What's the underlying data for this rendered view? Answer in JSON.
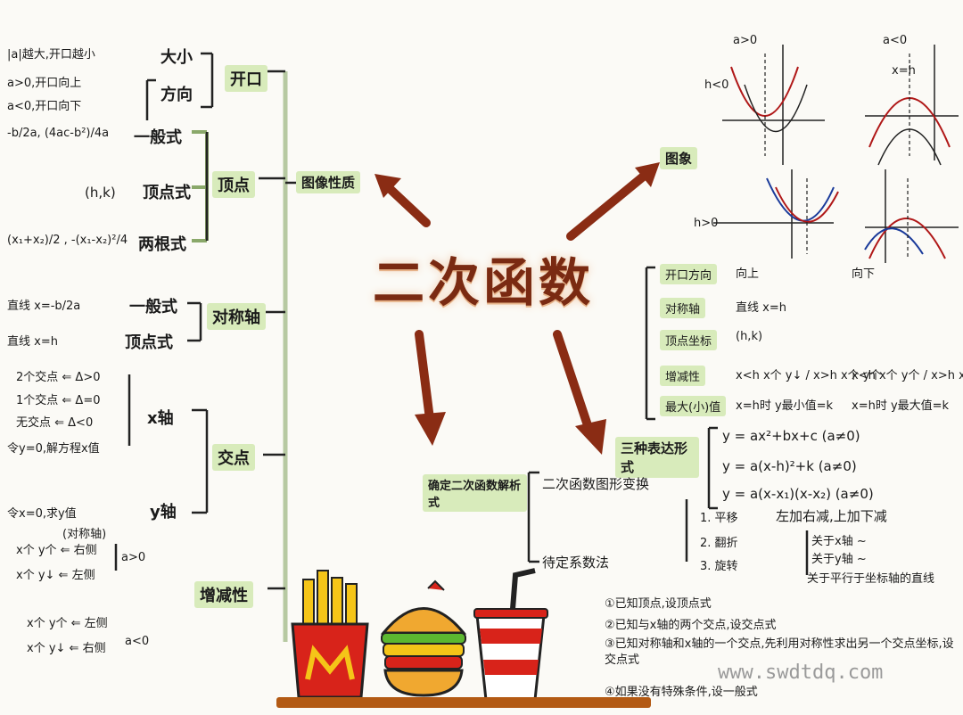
{
  "title": "二次函数",
  "nodes": {
    "opening": "开口",
    "vertex": "顶点",
    "axis": "对称轴",
    "intersect": "交点",
    "monotonic": "增减性",
    "graph_props": "图像性质",
    "graph": "图象",
    "three_forms": "三种表达形式",
    "determine": "确定二次函数解析式"
  },
  "opening": {
    "size": "大小",
    "direction": "方向",
    "size_note": "|a|越大,开口越小",
    "dir_up": "a>0,开口向上",
    "dir_down": "a<0,开口向下"
  },
  "vertex": {
    "general": "一般式",
    "vertex_form": "顶点式",
    "two_root": "两根式",
    "general_formula": "-b/2a, (4ac-b²)/4a",
    "vertex_coord": "(h,k)",
    "two_root_formula": "(x₁+x₂)/2 , -(x₁-x₂)²/4"
  },
  "axis": {
    "general": "一般式",
    "vertex_form": "顶点式",
    "line_general": "直线 x=-b/2a",
    "line_vertex": "直线 x=h"
  },
  "intersect": {
    "x_axis": "x轴",
    "y_axis": "y轴",
    "two_points": "2个交点 ⇐ Δ>0",
    "one_point": "1个交点 ⇐ Δ=0",
    "no_point": "无交点 ⇐ Δ<0",
    "let_y": "令y=0,解方程x值",
    "let_x": "令x=0,求y值"
  },
  "monotonic": {
    "axis_note": "(对称轴)",
    "pos_inc": "x个 y个 ⇐ 右侧",
    "pos_dec": "x个 y↓ ⇐ 左侧",
    "pos_cond": "a>0",
    "neg_inc": "x个 y个 ⇐ 左侧",
    "neg_dec": "x个 y↓ ⇐ 右侧",
    "neg_cond": "a<0"
  },
  "graph": {
    "a_pos": "a>0",
    "a_neg": "a<0",
    "h_neg": "h<0",
    "h_pos": "h>0",
    "x_eq_h": "x=h"
  },
  "properties": {
    "rows": [
      {
        "label": "开口方向",
        "pos": "向上",
        "neg": "向下"
      },
      {
        "label": "对称轴",
        "pos": "直线 x=h",
        "neg": ""
      },
      {
        "label": "顶点坐标",
        "pos": "(h,k)",
        "neg": ""
      },
      {
        "label": "增减性",
        "pos": "x<h x个 y↓ / x>h x个 y个",
        "neg": "x<h x个 y个 / x>h x个 y↓"
      },
      {
        "label": "最大(小)值",
        "pos": "x=h时 y最小值=k",
        "neg": "x=h时 y最大值=k"
      }
    ]
  },
  "forms": {
    "f1": "y = ax²+bx+c (a≠0)",
    "f2": "y = a(x-h)²+k (a≠0)",
    "f3": "y = a(x-x₁)(x-x₂) (a≠0)"
  },
  "transform": {
    "title": "二次函数图形变换",
    "t1": "1. 平移",
    "t1_rule": "左加右减,上加下减",
    "t2": "2. 翻折",
    "t2_a": "关于x轴 ~",
    "t2_b": "关于y轴 ~",
    "t3": "3. 旋转",
    "t3_rule": "关于平行于坐标轴的直线"
  },
  "method": {
    "title": "待定系数法",
    "m1": "①已知顶点,设顶点式",
    "m2": "②已知与x轴的两个交点,设交点式",
    "m3": "③已知对称轴和x轴的一个交点,先利用对称性求出另一个交点坐标,设交点式",
    "m4": "④如果没有特殊条件,设一般式"
  },
  "watermark": "www.swdtdq.com",
  "colors": {
    "arrow_dark": "#8a2c14",
    "arrow_light": "#e8a23a",
    "highlight": "#d8ebbb",
    "title": "#7a2a12"
  }
}
